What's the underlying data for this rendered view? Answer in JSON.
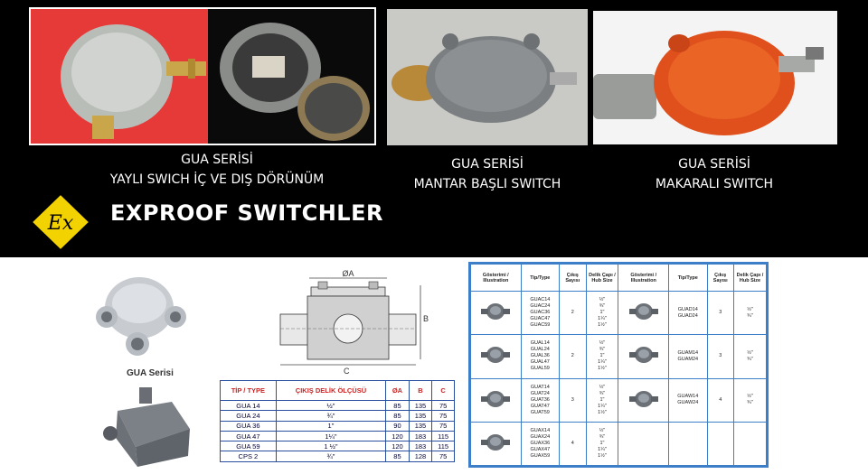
{
  "captions": [
    {
      "line1": "GUA SERİSİ",
      "line2": "YAYLI SWICH İÇ VE DIŞ DÖRÜNÜM"
    },
    {
      "line1": "GUA SERİSİ",
      "line2": "MANTAR BAŞLI SWITCH"
    },
    {
      "line1": "GUA SERİSİ",
      "line2": "MAKARALI SWITCH"
    }
  ],
  "ex_logo_text": "Ex",
  "headline": "EXPROOF SWITCHLER",
  "product_label": "GUA Serisi",
  "drawing_labels": {
    "a": "ØA",
    "b": "B",
    "c": "C"
  },
  "dim_table": {
    "headers": [
      "TİP / TYPE",
      "ÇIKIŞ DELİK ÖLÇÜSÜ",
      "ØA",
      "B",
      "C"
    ],
    "rows": [
      [
        "GUA 14",
        "½\"",
        "85",
        "135",
        "75"
      ],
      [
        "GUA 24",
        "¾\"",
        "85",
        "135",
        "75"
      ],
      [
        "GUA 36",
        "1\"",
        "90",
        "135",
        "75"
      ],
      [
        "GUA 47",
        "1¼\"",
        "120",
        "183",
        "115"
      ],
      [
        "GUA 59",
        "1 ½\"",
        "120",
        "183",
        "115"
      ],
      [
        "CPS 2",
        "¾\"",
        "85",
        "128",
        "75"
      ]
    ]
  },
  "catalog": {
    "headers": [
      "Gösterimi / Illustration",
      "Tip/Type",
      "Çıkış Sayısı",
      "Delik Çapı / Hub Size",
      "Gösterimi / Illustration",
      "Tip/Type",
      "Çıkış Sayısı",
      "Delik Çapı / Hub Size"
    ],
    "rows": [
      {
        "types": "GUAC14\nGUAC24\nGUAC36\nGUAC47\nGUAC59",
        "outlets": "2",
        "hubs": "½\"\n¾\"\n1\"\n1¼\"\n1½\"",
        "types2": "GUAD14\nGUAD24",
        "outlets2": "3",
        "hubs2": "½\"\n¾\""
      },
      {
        "types": "GUAL14\nGUAL24\nGUAL36\nGUAL47\nGUAL59",
        "outlets": "2",
        "hubs": "½\"\n¾\"\n1\"\n1¼\"\n1½\"",
        "types2": "GUAM14\nGUAM24",
        "outlets2": "3",
        "hubs2": "½\"\n¾\""
      },
      {
        "types": "GUAT14\nGUAT24\nGUAT36\nGUAT47\nGUAT59",
        "outlets": "3",
        "hubs": "½\"\n¾\"\n1\"\n1¼\"\n1½\"",
        "types2": "GUAW14\nGUAW24",
        "outlets2": "4",
        "hubs2": "½\"\n¾\""
      },
      {
        "types": "GUAX14\nGUAX24\nGUAX36\nGUAX47\nGUAX59",
        "outlets": "4",
        "hubs": "½\"\n¾\"\n1\"\n1¼\"\n1½\"",
        "types2": "",
        "outlets2": "",
        "hubs2": ""
      }
    ]
  },
  "colors": {
    "ex_yellow": "#f2d200",
    "table_blue": "#2a4fa0",
    "header_red": "#c22",
    "orange_housing": "#e0501c"
  }
}
